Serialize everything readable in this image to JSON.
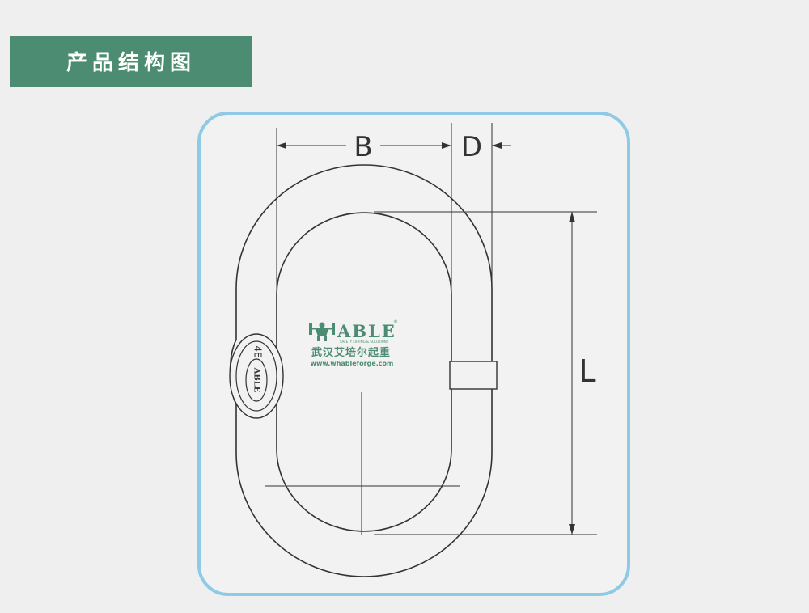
{
  "header": {
    "title": "产品结构图"
  },
  "diagram": {
    "dimensions": {
      "b_label": "B",
      "d_label": "D",
      "l_label": "L"
    },
    "link_marking": {
      "brand": "ABLE",
      "grade": "4E"
    },
    "logo": {
      "brand": "ABLE",
      "tagline": "SAFETY LIFTING & SOLUTIONS",
      "company_name": "武汉艾培尔起重",
      "website": "www.whableforge.com"
    }
  },
  "colors": {
    "banner_bg": "#4b8c72",
    "frame_border": "#8ecae6",
    "logo_green": "#4b8c72",
    "line": "#333333"
  }
}
